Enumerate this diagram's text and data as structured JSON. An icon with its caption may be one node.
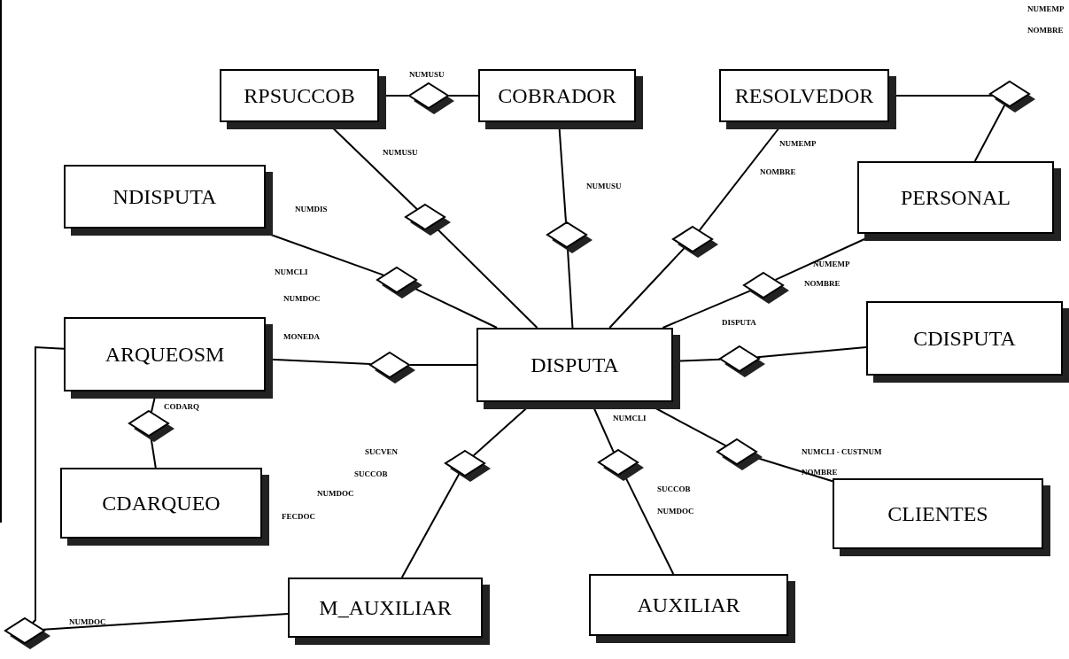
{
  "diagram": {
    "nodes": [
      {
        "text": [
          "RPSUCCOB"
        ]
      },
      {
        "text": [
          "COBRADOR"
        ]
      },
      {
        "text": [
          "RESOLVEDOR"
        ]
      },
      {
        "text": [
          "NDISPUTA"
        ]
      },
      {
        "text": [
          "PERSONAL"
        ]
      },
      {
        "text": [
          "ARQUEOSM"
        ]
      },
      {
        "text": [
          "DISPUTA"
        ]
      },
      {
        "text": [
          "CDISPUTA"
        ]
      },
      {
        "text": [
          "CDARQUEO"
        ]
      },
      {
        "text": [
          "CLIENTES"
        ]
      },
      {
        "text": [
          "M_AUXILIAR"
        ]
      },
      {
        "text": [
          "AUXILIAR"
        ]
      },
      {
        "text": [],
        "shape": "diamond"
      },
      {
        "text": [],
        "shape": "diamond"
      },
      {
        "text": [],
        "shape": "diamond"
      },
      {
        "text": [],
        "shape": "diamond"
      },
      {
        "text": [],
        "shape": "diamond"
      },
      {
        "text": [],
        "shape": "diamond"
      },
      {
        "text": [],
        "shape": "diamond"
      },
      {
        "text": [],
        "shape": "diamond"
      },
      {
        "text": [],
        "shape": "diamond"
      },
      {
        "text": [],
        "shape": "diamond"
      },
      {
        "text": [],
        "shape": "diamond"
      },
      {
        "text": [],
        "shape": "diamond"
      },
      {
        "text": [],
        "shape": "diamond"
      },
      {
        "text": [],
        "shape": "diamond"
      }
    ],
    "edges": [
      {
        "from": 0,
        "to": 12,
        "arrow": "none"
      },
      {
        "from": 12,
        "to": 1,
        "arrow": "none"
      },
      {
        "from": 2,
        "to": 13,
        "arrow": "none"
      },
      {
        "from": 13,
        "to": 4,
        "arrow": "none"
      },
      {
        "from": 0,
        "to": 14,
        "arrow": "none"
      },
      {
        "from": 14,
        "to": 6,
        "arrow": "none"
      },
      {
        "from": 1,
        "to": 15,
        "arrow": "none"
      },
      {
        "from": 15,
        "to": 6,
        "arrow": "none"
      },
      {
        "from": 2,
        "to": 16,
        "arrow": "none"
      },
      {
        "from": 16,
        "to": 6,
        "arrow": "none"
      },
      {
        "from": 3,
        "to": 17,
        "arrow": "none"
      },
      {
        "from": 17,
        "to": 6,
        "arrow": "none"
      },
      {
        "from": 4,
        "to": 18,
        "arrow": "none"
      },
      {
        "from": 18,
        "to": 6,
        "arrow": "none"
      },
      {
        "from": 5,
        "to": 19,
        "arrow": "none"
      },
      {
        "from": 19,
        "to": 6,
        "arrow": "none"
      },
      {
        "from": 7,
        "to": 20,
        "arrow": "none"
      },
      {
        "from": 20,
        "to": 6,
        "arrow": "none"
      },
      {
        "from": 5,
        "to": 21,
        "arrow": "none"
      },
      {
        "from": 21,
        "to": 8,
        "arrow": "none"
      },
      {
        "from": 6,
        "to": 22,
        "arrow": "none"
      },
      {
        "from": 22,
        "to": 10,
        "arrow": "none"
      },
      {
        "from": 6,
        "to": 23,
        "arrow": "none"
      },
      {
        "from": 23,
        "to": 11,
        "arrow": "none"
      },
      {
        "from": 6,
        "to": 24,
        "arrow": "none"
      },
      {
        "from": 24,
        "to": 9,
        "arrow": "none"
      },
      {
        "from": 5,
        "to": 25,
        "arrow": "none"
      },
      {
        "from": 25,
        "to": 10,
        "arrow": "none"
      }
    ],
    "labels": [
      "NUMEMP",
      "NOMBRE",
      "NUMUSU",
      "NUMUSU",
      "NUMUSU",
      "NUMEMP",
      "NOMBRE",
      "NUMDIS",
      "NUMCLI",
      "NUMDOC",
      "MONEDA",
      "NUMEMP",
      "NOMBRE",
      "DISPUTA",
      "CODARQ",
      "NUMCLI",
      "SUCVEN",
      "SUCCOB",
      "NUMDOC",
      "FECDOC",
      "SUCCOB",
      "NUMDOC",
      "NUMCLI - CUSTNUM",
      "NOMBRE",
      "NUMDOC"
    ]
  }
}
